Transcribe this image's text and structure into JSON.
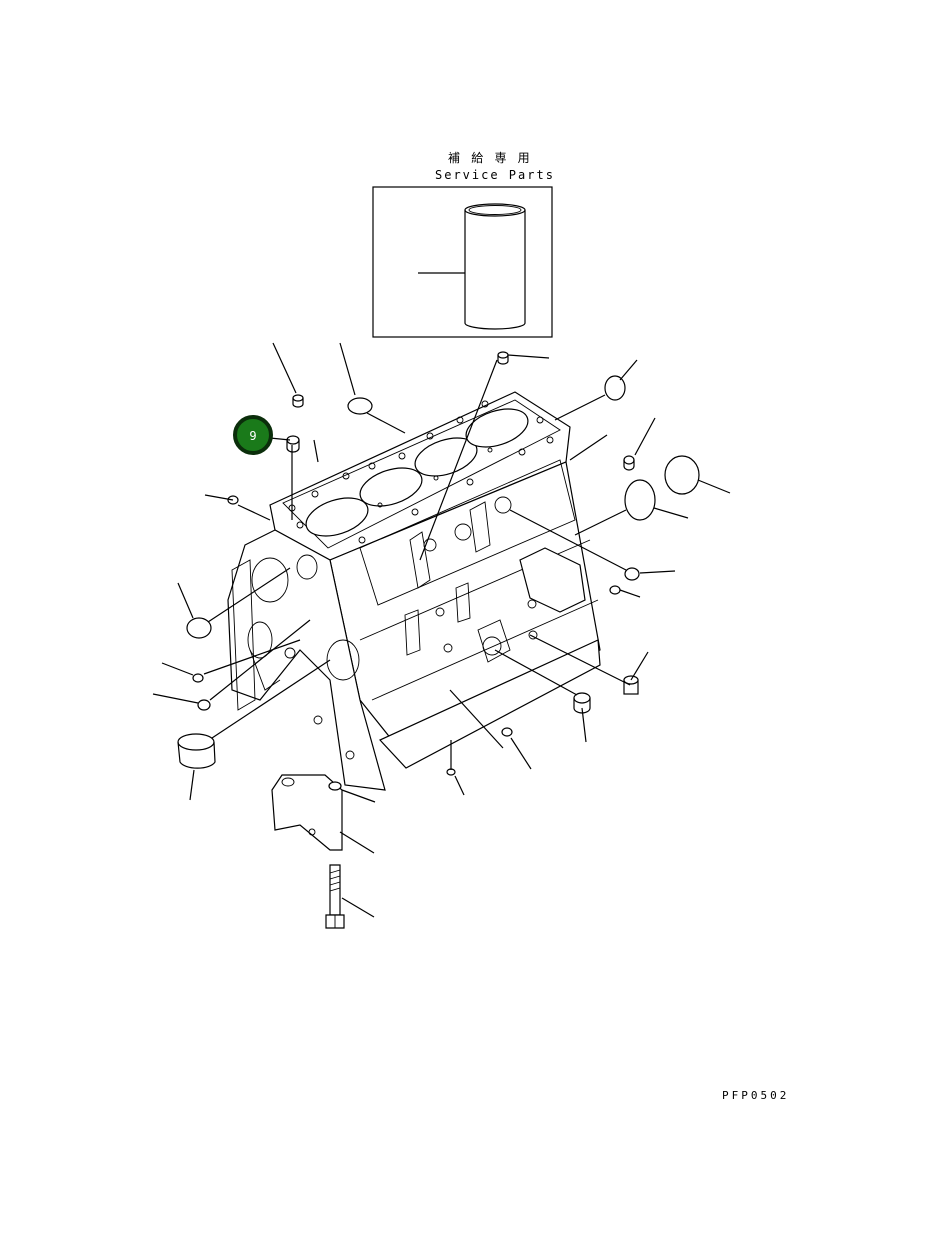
{
  "service_parts": {
    "title_jp": "補 給 専 用",
    "title_en": "Service Parts"
  },
  "callout": {
    "number": "9",
    "fill_color": "#1a7a1a",
    "ring_color": "#0b2e0b"
  },
  "drawing_code": "PFP0502"
}
